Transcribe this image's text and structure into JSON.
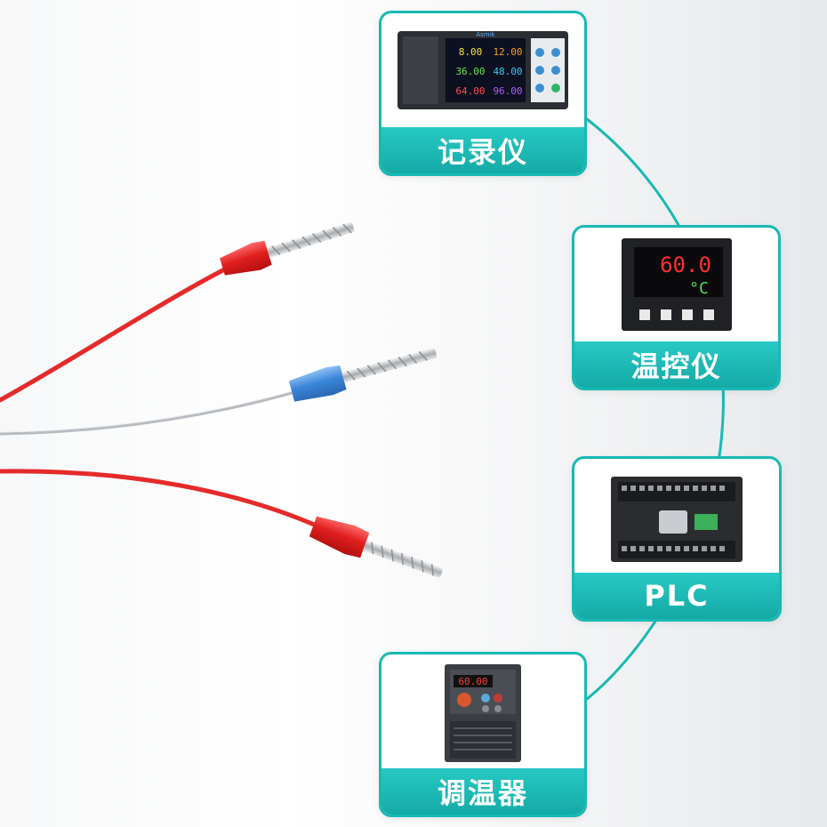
{
  "devices": [
    {
      "label": "记录仪",
      "icon": "paperless-recorder-icon",
      "screen_values": [
        "8.00",
        "12.00",
        "36.00",
        "48.00",
        "64.00",
        "96.00"
      ],
      "brand": "Asmik"
    },
    {
      "label": "温控仪",
      "icon": "temperature-controller-icon",
      "display": "60.0",
      "unit": "°C"
    },
    {
      "label": "PLC",
      "icon": "plc-icon"
    },
    {
      "label": "调温器",
      "icon": "frequency-inverter-icon",
      "display": "60.00"
    }
  ],
  "colors": {
    "accent": "#19b9b4",
    "wire_red": "#e52a2a",
    "ferrule_blue": "#3a86d8",
    "wire_silver": "#b8bcc0"
  }
}
